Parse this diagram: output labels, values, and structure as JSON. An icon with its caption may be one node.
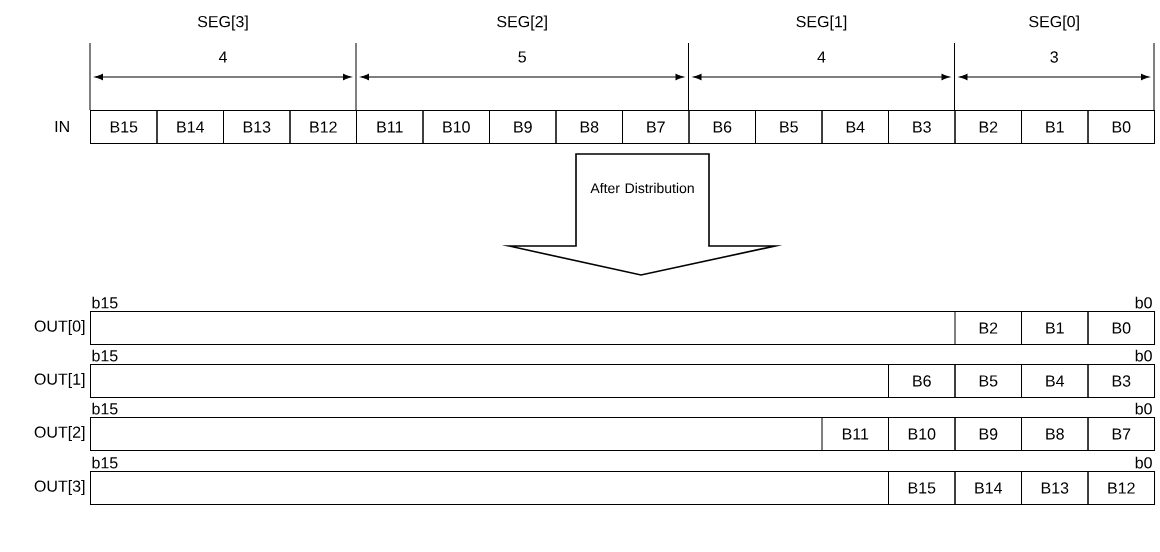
{
  "diagram": {
    "nodes": [
      {
        "text": [
          "B15"
        ]
      },
      {
        "text": [
          "B14"
        ]
      },
      {
        "text": [
          "B13"
        ]
      },
      {
        "text": [
          "B12"
        ]
      },
      {
        "text": [
          "B11"
        ]
      },
      {
        "text": [
          "B10"
        ]
      },
      {
        "text": [
          "B9"
        ]
      },
      {
        "text": [
          "B8"
        ]
      },
      {
        "text": [
          "B7"
        ]
      },
      {
        "text": [
          "B6"
        ]
      },
      {
        "text": [
          "B5"
        ]
      },
      {
        "text": [
          "B4"
        ]
      },
      {
        "text": [
          "B3"
        ]
      },
      {
        "text": [
          "B2"
        ]
      },
      {
        "text": [
          "B1"
        ]
      },
      {
        "text": [
          "B0"
        ]
      },
      {
        "text": [
          "After Distribution"
        ]
      },
      {
        "text": [],
        "shape": "box",
        "beside": [
          "b15",
          "b0",
          "OUT[0]"
        ]
      },
      {
        "text": [
          "B2"
        ],
        "in": 17
      },
      {
        "text": [
          "B1"
        ],
        "in": 17
      },
      {
        "text": [
          "B0"
        ],
        "in": 17
      },
      {
        "text": [],
        "shape": "box",
        "beside": [
          "b15",
          "b0",
          "OUT[1]"
        ]
      },
      {
        "text": [
          "B6"
        ],
        "in": 21
      },
      {
        "text": [
          "B5"
        ],
        "in": 21
      },
      {
        "text": [
          "B4"
        ],
        "in": 21
      },
      {
        "text": [
          "B3"
        ],
        "in": 21
      },
      {
        "text": [],
        "shape": "box",
        "beside": [
          "b15",
          "b0",
          "OUT[2]"
        ]
      },
      {
        "text": [
          "B11"
        ],
        "in": 26
      },
      {
        "text": [
          "B10"
        ],
        "in": 26
      },
      {
        "text": [
          "B9"
        ],
        "in": 26
      },
      {
        "text": [
          "B8"
        ],
        "in": 26
      },
      {
        "text": [
          "B7"
        ],
        "in": 26
      },
      {
        "text": [],
        "shape": "box",
        "beside": [
          "b15",
          "b0",
          "OUT[3]"
        ]
      },
      {
        "text": [
          "B15"
        ],
        "in": 32
      },
      {
        "text": [
          "B14"
        ],
        "in": 32
      },
      {
        "text": [
          "B13"
        ],
        "in": 32
      },
      {
        "text": [
          "B12"
        ],
        "in": 32
      }
    ],
    "labels": [
      "SEG[3]",
      "SEG[2]",
      "SEG[1]",
      "SEG[0]",
      "4",
      "5",
      "4",
      "3",
      "IN"
    ]
  }
}
